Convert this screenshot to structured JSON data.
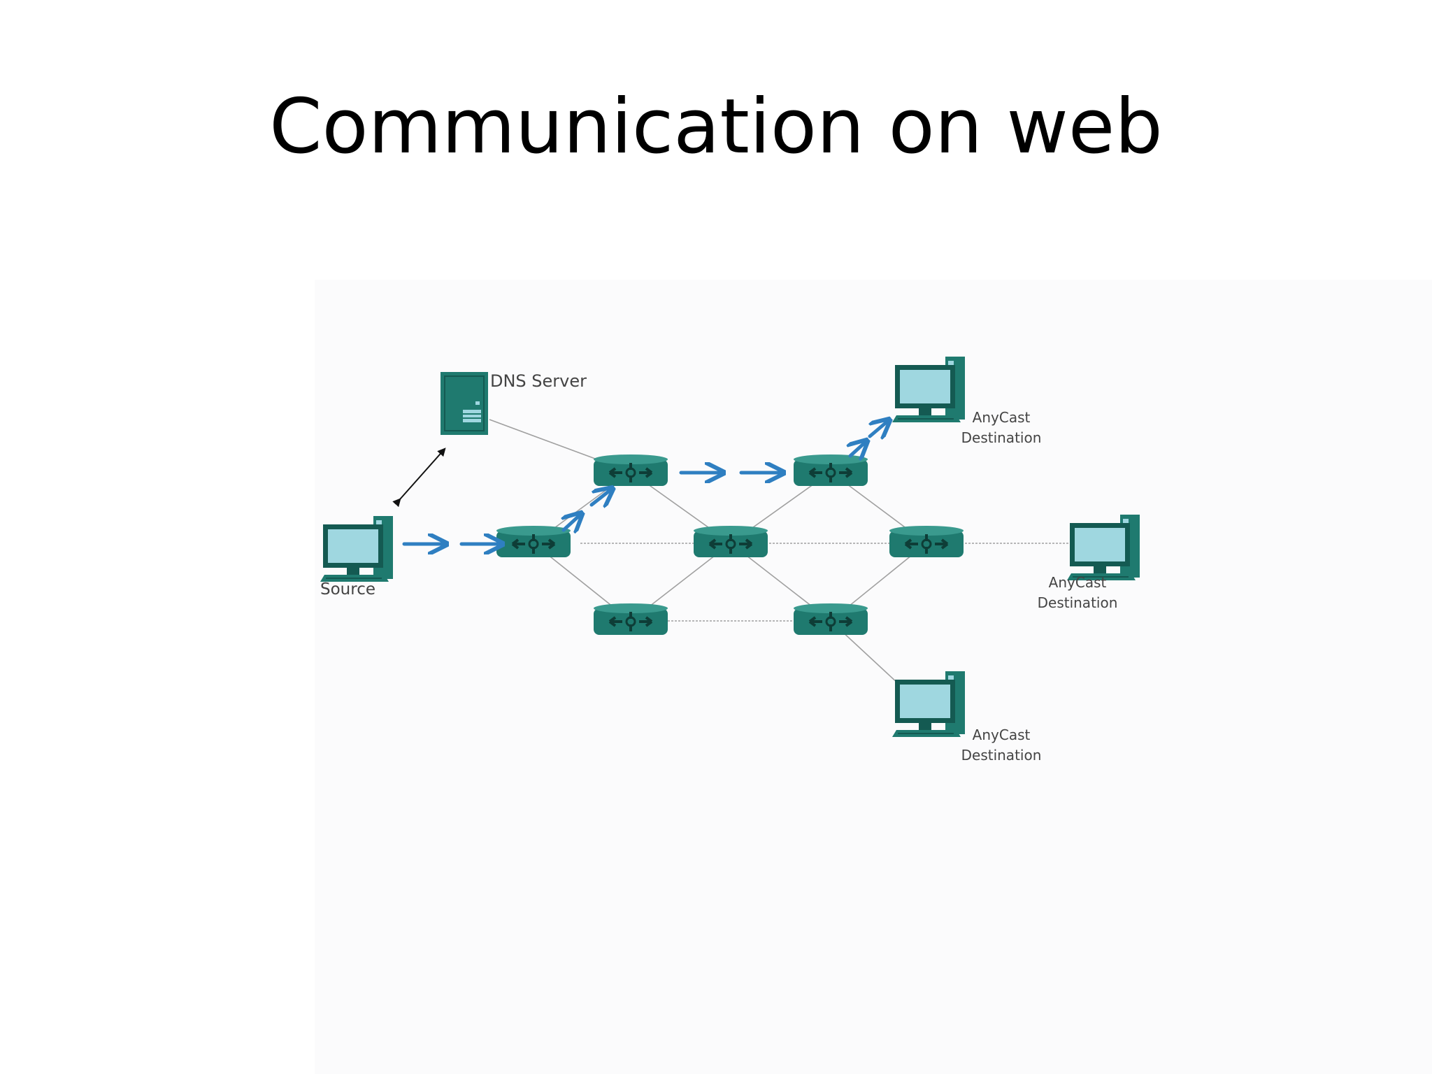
{
  "slide": {
    "title": "Communication on web"
  },
  "diagram": {
    "colors": {
      "device": "#1f7a6f",
      "device_dark": "#145a52",
      "device_screen": "#9fd7e0",
      "flow_arrow": "#2f7fc1",
      "dns_arrow": "#111111",
      "link": "#9a9a9a"
    },
    "nodes": {
      "dns_server": {
        "label": "DNS Server",
        "icon": "server-icon"
      },
      "source": {
        "label": "Source",
        "icon": "computer-icon"
      },
      "anycast_top": {
        "label_line1": "AnyCast",
        "label_line2": "Destination",
        "icon": "computer-icon"
      },
      "anycast_middle": {
        "label_line1": "AnyCast",
        "label_line2": "Destination",
        "icon": "computer-icon"
      },
      "anycast_bottom": {
        "label_line1": "AnyCast",
        "label_line2": "Destination",
        "icon": "computer-icon"
      },
      "routers": {
        "icon": "router-icon",
        "count": 7
      }
    }
  }
}
